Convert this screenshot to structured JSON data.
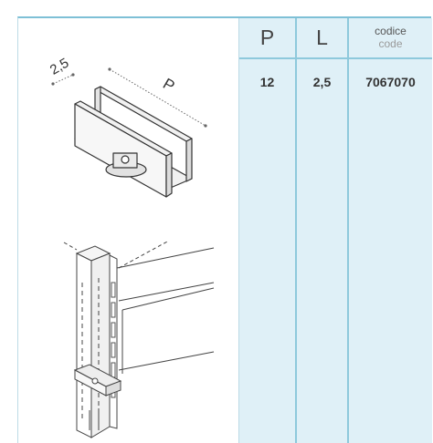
{
  "table": {
    "headers": {
      "p": "P",
      "l": "L",
      "code_it": "codice",
      "code_en": "code"
    },
    "rows": [
      {
        "p": "12",
        "l": "2,5",
        "code": "7067070"
      }
    ]
  },
  "drawing": {
    "dim_small": "2,5",
    "dim_p": "P"
  }
}
